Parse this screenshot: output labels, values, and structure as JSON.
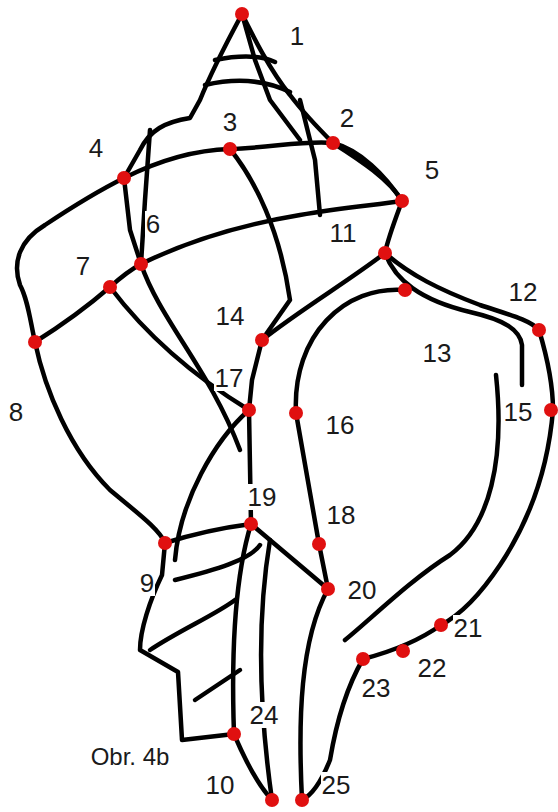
{
  "diagram": {
    "caption": "Obr. 4b",
    "labels": [
      "1",
      "2",
      "3",
      "4",
      "5",
      "6",
      "7",
      "8",
      "9",
      "10",
      "11",
      "12",
      "13",
      "14",
      "15",
      "16",
      "17",
      "18",
      "19",
      "20",
      "21",
      "22",
      "23",
      "24",
      "25"
    ]
  }
}
